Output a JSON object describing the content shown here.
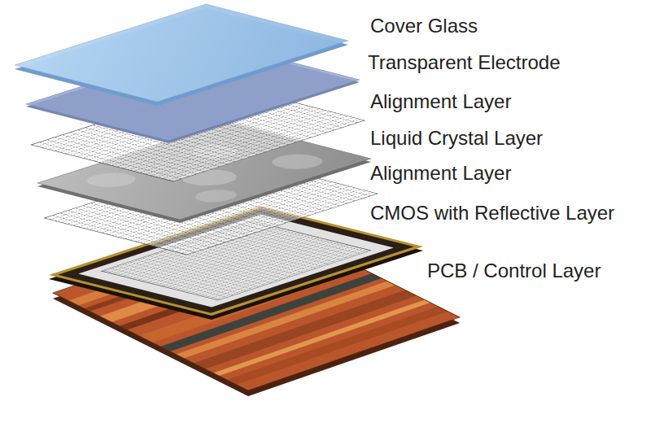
{
  "diagram": {
    "labels": [
      "Cover Glass",
      "Transparent Electrode",
      "Alignment Layer",
      "Liquid Crystal Layer",
      "Alignment Layer",
      "CMOS with Reflective Layer",
      "PCB / Control Layer"
    ]
  }
}
